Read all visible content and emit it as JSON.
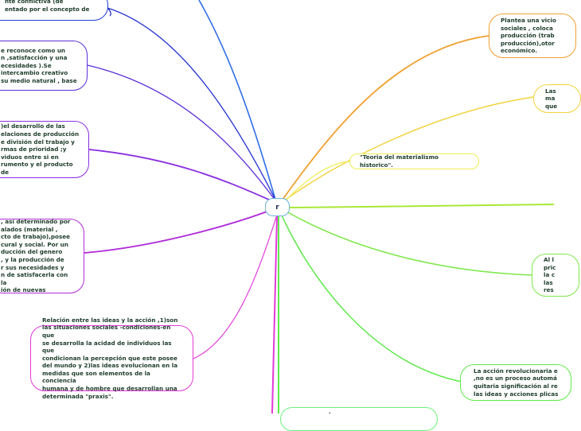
{
  "root": {
    "label": "r"
  },
  "colors": {
    "root_border": "#6ab3dd",
    "text": "#1d3b2a"
  },
  "nodes": [
    {
      "id": "n1",
      "color": "#1f3ed8",
      "text": "nte conflictiva (de\nentado por el concepto de"
    },
    {
      "id": "n2",
      "color": "#5a2fd8",
      "text": "e reconoce como un\nn ,satisfacción y una\necesidades ).Se\n intercambio creativo\n su medio natural , base"
    },
    {
      "id": "n3",
      "color": "#8a2ee0",
      "text": ")el desarrollo de las\nelaciones de producción\ne división del trabajo y\nrmas de prioridad ;y\nviduos entre si en\nrumento y el producto de"
    },
    {
      "id": "n4",
      "color": "#b02ad8",
      "text": ", así determinado por\nalados (material ,\ncto de trabajo),posee\ncural y social. Por  un\nducción del genero\n , y la producción de\nr sus necesidades y\nn de satisfacerla con la\nión de nuevas"
    },
    {
      "id": "n5",
      "color": "#e23ad8",
      "text": "Relación entre las ideas y la acción ,1)son\nlas situaciones sociales -condiciones-en que\nse desarrolla la acidad de individuos las que\ncondicionan la percepción que este posee\ndel mundo y 2)las ideas evolucionan en la\nmedidas que son elementos de la conciencia\nhumana y de hombre que desarrollan una\ndeterminada \"praxis\"."
    },
    {
      "id": "n6",
      "color": "#f0a030",
      "text": "Plantea una vicio\nsociales , coloca \nproducción (trab\nproducción),otor\neconómico."
    },
    {
      "id": "n7",
      "color": "#f3d23a",
      "text": "Las\nma\nque"
    },
    {
      "id": "n8",
      "color": "#eeee55",
      "text": "\"Teoria del materialismo historico\"."
    },
    {
      "id": "n9",
      "color": "#7ee84a",
      "text": "Al l\npric\nla c\nlas\nres"
    },
    {
      "id": "n10",
      "color": "#5eea4a",
      "text": "La acción revolucionaria e\n,no es un proceso automá\nquitaria significación al re\nlas ideas y acciones plicas"
    },
    {
      "id": "n11",
      "color": "#6ef07a",
      "text": "."
    }
  ]
}
